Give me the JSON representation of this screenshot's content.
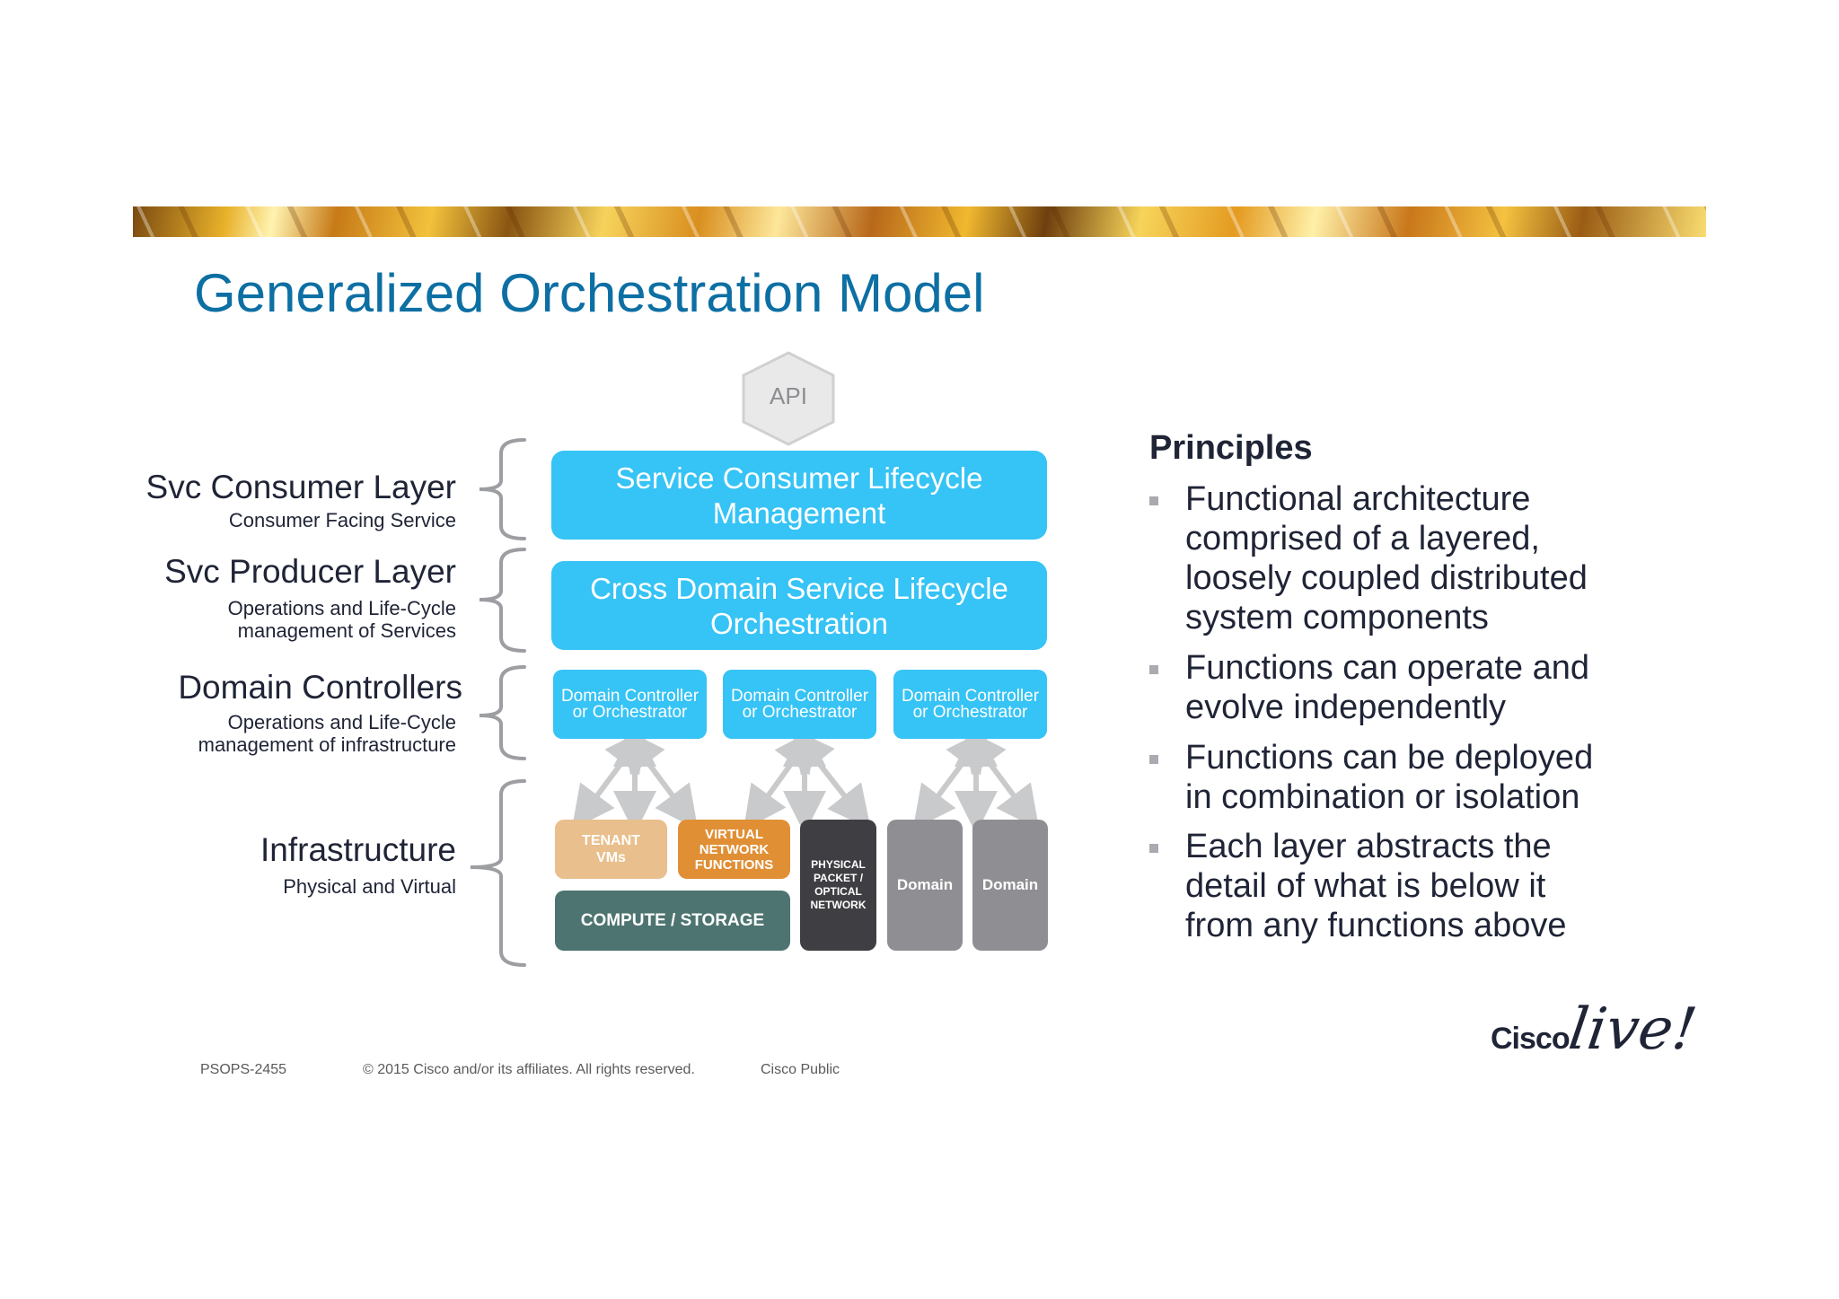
{
  "slide": {
    "title": "Generalized Orchestration Model"
  },
  "diagram": {
    "api_label": "API",
    "layers": [
      {
        "name": "Svc Consumer Layer",
        "sub": [
          "Consumer Facing Service"
        ]
      },
      {
        "name": "Svc Producer Layer",
        "sub": [
          "Operations and Life-Cycle",
          "management of Services"
        ]
      },
      {
        "name": "Domain Controllers",
        "sub": [
          "Operations and Life-Cycle",
          "management of infrastructure"
        ]
      },
      {
        "name": "Infrastructure",
        "sub": [
          "Physical and Virtual"
        ]
      }
    ],
    "service_consumer": [
      "Service Consumer Lifecycle",
      "Management"
    ],
    "cross_domain": [
      "Cross Domain Service Lifecycle",
      "Orchestration"
    ],
    "domain_controllers": [
      [
        "Domain Controller",
        "or Orchestrator"
      ],
      [
        "Domain Controller",
        "or Orchestrator"
      ],
      [
        "Domain Controller",
        "or Orchestrator"
      ]
    ],
    "infra": {
      "tenant": [
        "TENANT",
        "VMs"
      ],
      "vnf": [
        "VIRTUAL",
        "NETWORK",
        "FUNCTIONS"
      ],
      "compute": "COMPUTE / STORAGE",
      "physical": [
        "PHYSICAL",
        "PACKET /",
        "OPTICAL",
        "NETWORK"
      ],
      "domain1": "Domain",
      "domain2": "Domain"
    },
    "colors": {
      "blue": "#36c3f5",
      "tenant": "#e9bf8d",
      "vnf": "#e08f35",
      "compute": "#4d7470",
      "physical": "#3f3f43",
      "domain": "#8f8f93",
      "title": "#0d6fa3"
    }
  },
  "principles": {
    "heading": "Principles",
    "items": [
      [
        "Functional architecture",
        "comprised of a layered,",
        "loosely coupled distributed",
        "system components"
      ],
      [
        "Functions can operate and",
        "evolve independently"
      ],
      [
        "Functions can be deployed",
        "in combination or isolation"
      ],
      [
        "Each layer abstracts the",
        "detail of what is below it",
        "from any functions above"
      ]
    ]
  },
  "footer": {
    "code": "PSOPS-2455",
    "copyright": "© 2015 Cisco and/or its affiliates. All rights reserved.",
    "classification": "Cisco Public"
  },
  "logo": {
    "brand": "Cisco",
    "script": "live!"
  }
}
